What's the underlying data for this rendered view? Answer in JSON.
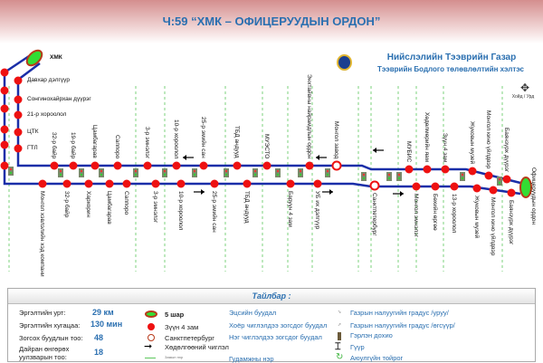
{
  "title": "Ч:59 “ХМК – ОФИЦЕРУУДЫН ОРДОН”",
  "org": {
    "name": "Нийслэлийн Тээврийн Газар",
    "dept": "Тээврийн Бодлого төлөвлөлтийн хэлтэс"
  },
  "compass_label": "Хойд / Урд",
  "terminals": {
    "start": "ХМК",
    "end": "Офицеруудын ордон"
  },
  "left_stops": [
    "Давхар дэлгүүр",
    "Сонгинохайрхан дүүрэг",
    "21-р хороолол",
    "ЦТК",
    "ГТЛ"
  ],
  "upper_stops": [
    "32-р байр",
    "19-р байр",
    "Цамбагарав",
    "Саппоро",
    "3-р эмнэлэг",
    "10-р хороолол",
    "25-р эмийн сан",
    "ТБД андууд",
    "МУЭСТО",
    "Энхтайвны найрамдлын ордон",
    "Монгол завод",
    "МУБИС",
    "Хөдөлмөрийн яам",
    "Зүүн 4 зам",
    "Жуковын музей",
    "Монгол кино үйлдвэр",
    "Баянзүрх дүүрэг"
  ],
  "lower_stops": [
    "Монгол хэвлэлийн хэд компани",
    "32-р байр",
    "Хархорин",
    "Цамбагарав",
    "Саппоро",
    "3-р эмнэлэг",
    "10-р хороолол",
    "25-р эмийн сан",
    "ТБД андууд",
    "Баруун 4 зам",
    "УБ их дэлгүүр",
    "Санктпетербург",
    "Монгол эмнэлэг",
    "Бөхийн өргөө",
    "13-р хороолол",
    "Жуковын музей",
    "Монгол кино үйлдвэр",
    "Баянзүрх дүүрэг"
  ],
  "colors": {
    "route": "#1a2ea8",
    "stop": "#ee1111",
    "terminal_fill": "#33dd33",
    "terminal_border": "#b83a1a",
    "street": "#5dc85d",
    "title": "#2a6fb0"
  },
  "legend": {
    "title": "Тайлбар :",
    "stats": [
      {
        "label": "Эргэлтийн урт:",
        "value": "29 км"
      },
      {
        "label": "Эргэлтийн хугацаа:",
        "value": "130 мин"
      },
      {
        "label": "Зогсох буудлын тоо:",
        "value": "48"
      },
      {
        "label": "Дайран өнгөрөх уулзварын тоо:",
        "value": "18"
      }
    ],
    "symbols": [
      "5 шар",
      "Зүүн 4 зам",
      "Санктпетербург",
      "Хөдөлгөөний чиглэл",
      "Замын нэр"
    ],
    "stop_types": [
      "Эцсийн буудал",
      "Хоёр чиглэлдээ зогсдог буудал",
      "Нэг чиглэлдээ зогсдог буудал",
      "Гудамжны нэр"
    ],
    "signs": [
      "Газрын налуугийн градус /уруу/",
      "Газрын налуугийн градус /өгсүүр/",
      "Гэрлэн дохио",
      "Гүүр",
      "Аюулгүйн тойрог"
    ]
  }
}
